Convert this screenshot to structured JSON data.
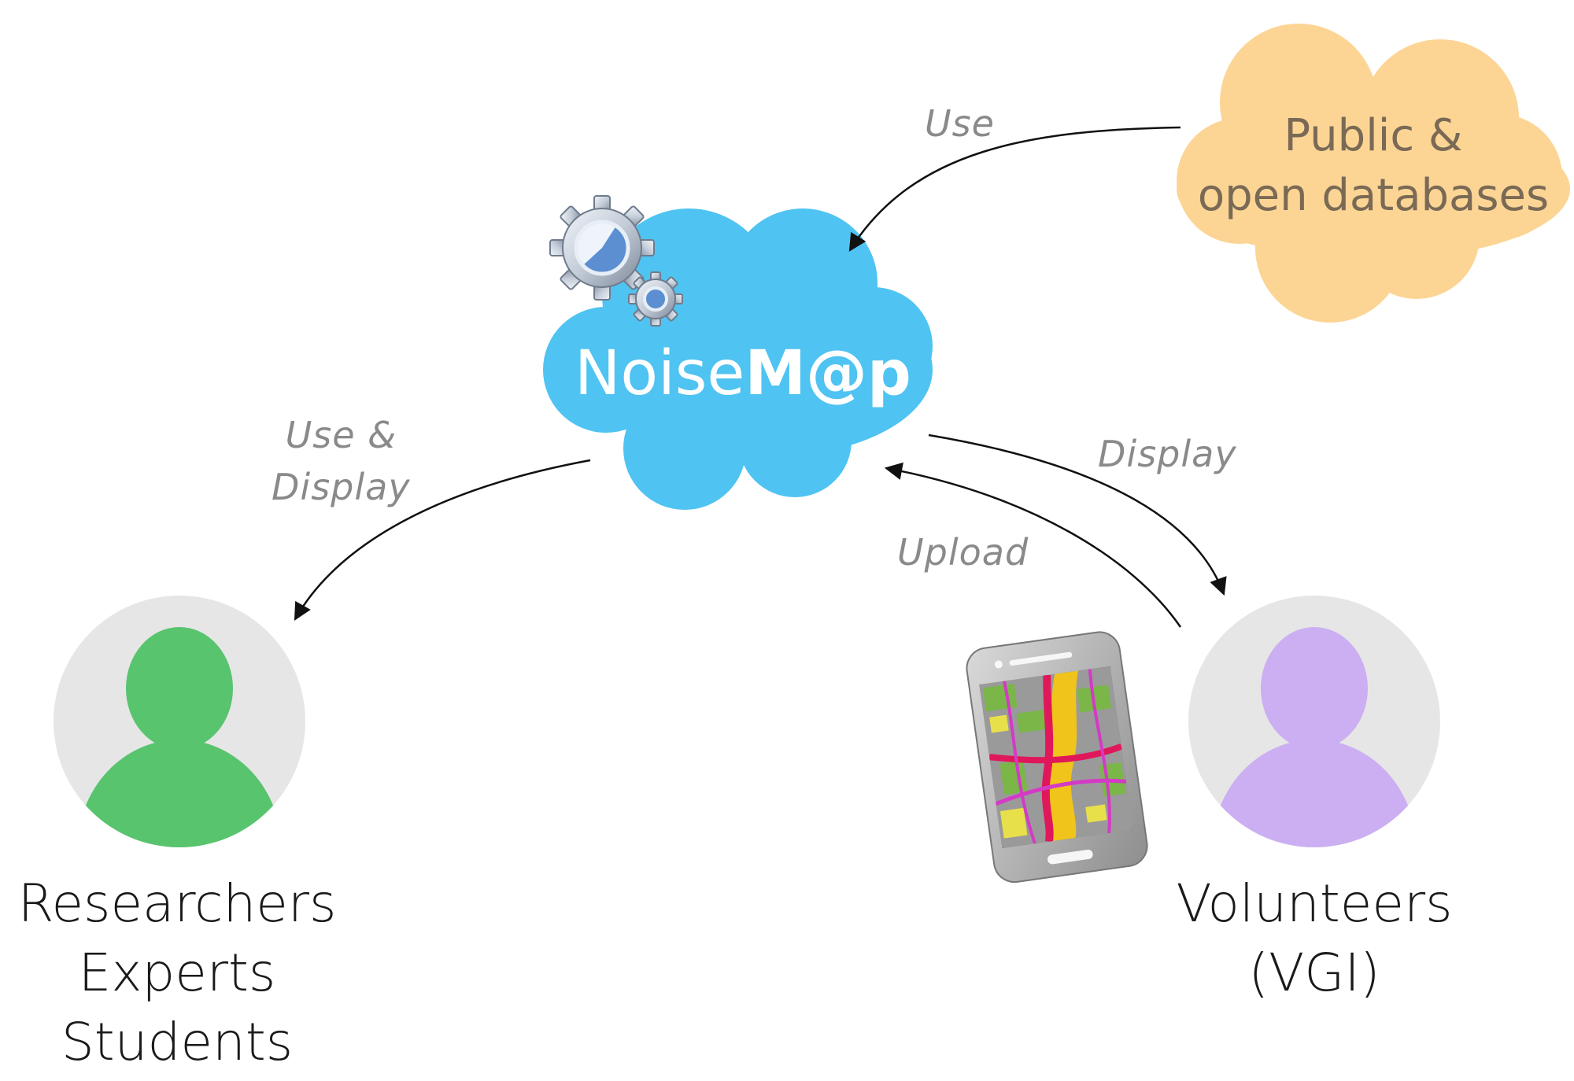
{
  "diagram": {
    "center_node": {
      "name_light": "Noise",
      "name_bold": "M@p"
    },
    "database_node": {
      "line1": "Public &",
      "line2": "open databases"
    },
    "researchers_node": {
      "line1": "Researchers",
      "line2": "Experts",
      "line3": "Students"
    },
    "volunteers_node": {
      "line1": "Volunteers",
      "line2": "(VGI)"
    },
    "edges": {
      "db_to_center": "Use",
      "center_to_researchers_line1": "Use &",
      "center_to_researchers_line2": "Display",
      "center_to_volunteers": "Display",
      "volunteers_to_center": "Upload"
    }
  },
  "colors": {
    "center_cloud": "#4fc3f2",
    "database_cloud": "#fcd595",
    "researcher_figure": "#58c46e",
    "volunteer_figure": "#cbaff2",
    "avatar_background": "#e6e6e6"
  },
  "icons": [
    "gears-icon",
    "smartphone-map-icon",
    "user-icon"
  ]
}
